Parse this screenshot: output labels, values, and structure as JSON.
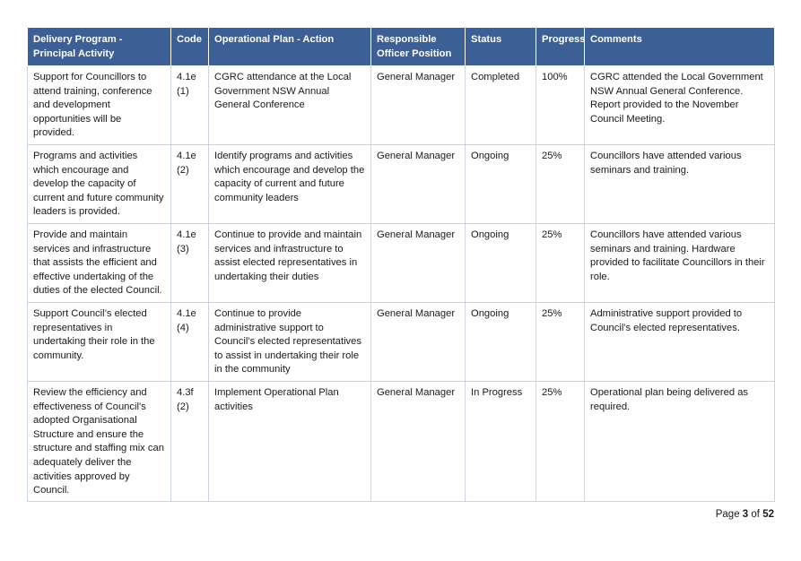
{
  "table": {
    "headers": {
      "activity": "Delivery Program - Principal Activity",
      "code": "Code",
      "action": "Operational Plan - Action",
      "officer": "Responsible Officer Position",
      "status": "Status",
      "progress": "Progress",
      "comments": "Comments"
    },
    "rows": [
      {
        "activity": "Support for Councillors to attend training, conference and development opportunities will be provided.",
        "code": "4.1e (1)",
        "action": "CGRC attendance at the Local Government NSW Annual General Conference",
        "officer": "General Manager",
        "status": "Completed",
        "progress": "100%",
        "comments": "CGRC attended the Local Government NSW Annual General Conference. Report provided to the November Council Meeting."
      },
      {
        "activity": "Programs and activities which encourage and develop the capacity of current and future community leaders is provided.",
        "code": "4.1e (2)",
        "action": "Identify programs and activities which encourage and develop the capacity of current and future community leaders",
        "officer": "General Manager",
        "status": "Ongoing",
        "progress": "25%",
        "comments": "Councillors have attended various seminars and training."
      },
      {
        "activity": "Provide and maintain services and infrastructure that assists the efficient and effective undertaking of the duties of the elected Council.",
        "code": "4.1e (3)",
        "action": "Continue to provide and maintain services and infrastructure to assist elected representatives in undertaking their duties",
        "officer": "General Manager",
        "status": "Ongoing",
        "progress": "25%",
        "comments": "Councillors have attended various seminars and training. Hardware provided to facilitate Councillors in their role."
      },
      {
        "activity": "Support Council’s elected representatives in undertaking their role in the community.",
        "code": "4.1e (4)",
        "action": "Continue to provide administrative support to Council’s elected representatives to assist in undertaking their role in the community",
        "officer": "General Manager",
        "status": "Ongoing",
        "progress": "25%",
        "comments": "Administrative support provided to Council's elected representatives."
      },
      {
        "activity": "Review the efficiency and effectiveness of Council's adopted Organisational Structure and ensure the structure and staffing mix can adequately deliver the activities approved by Council.",
        "code": "4.3f (2)",
        "action": "Implement Operational Plan activities",
        "officer": "General Manager",
        "status": "In Progress",
        "progress": "25%",
        "comments": "Operational plan being delivered as required."
      }
    ]
  },
  "footer": {
    "page_prefix": "Page",
    "page_current": "3",
    "page_separator": "of",
    "page_total": "52"
  }
}
